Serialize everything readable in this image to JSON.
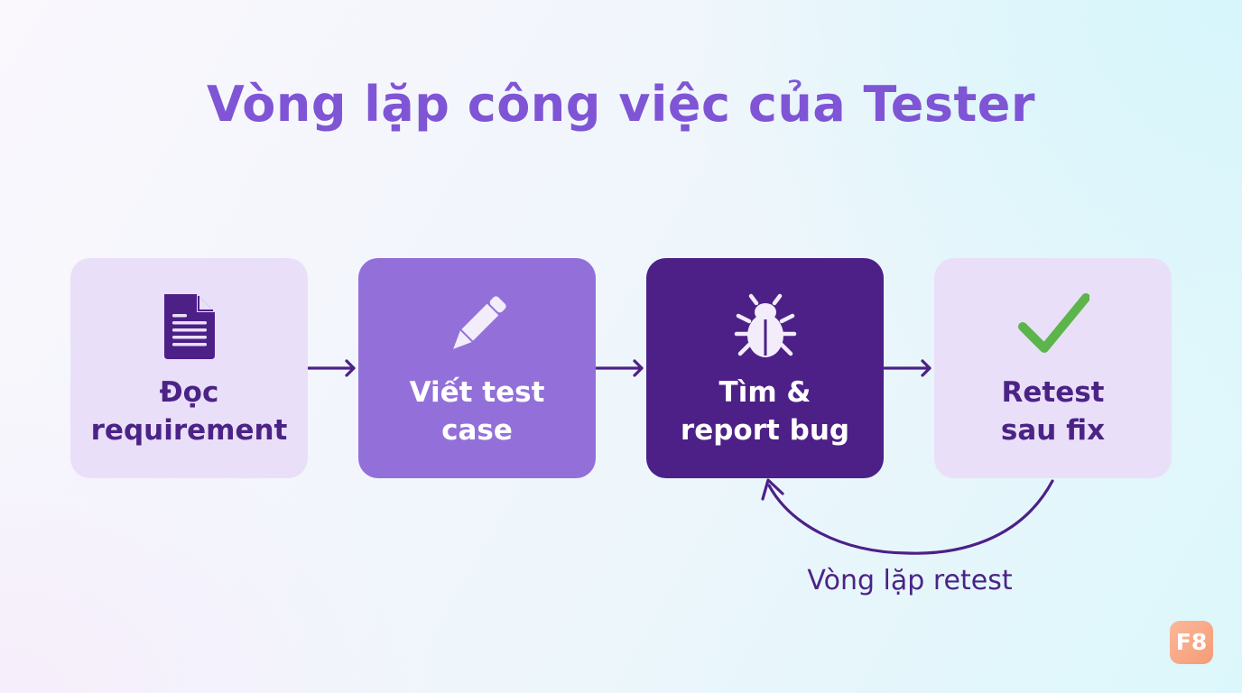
{
  "title": "Vòng lặp công việc của Tester",
  "steps": [
    {
      "line1": "Đọc",
      "line2": "requirement",
      "icon": "document-icon"
    },
    {
      "line1": "Viết test",
      "line2": "case",
      "icon": "pencil-icon"
    },
    {
      "line1": "Tìm &",
      "line2": "report bug",
      "icon": "bug-icon"
    },
    {
      "line1": "Retest",
      "line2": "sau fix",
      "icon": "checkmark-icon"
    }
  ],
  "loop_label": "Vòng lặp retest",
  "badge": "F8",
  "colors": {
    "title": "#7f55d6",
    "box_light": "#eadff8",
    "box_medium": "#9370d9",
    "box_dark": "#4d2088",
    "text_dark": "#4b2386",
    "arrow": "#4d2088",
    "check": "#5cb54a"
  }
}
